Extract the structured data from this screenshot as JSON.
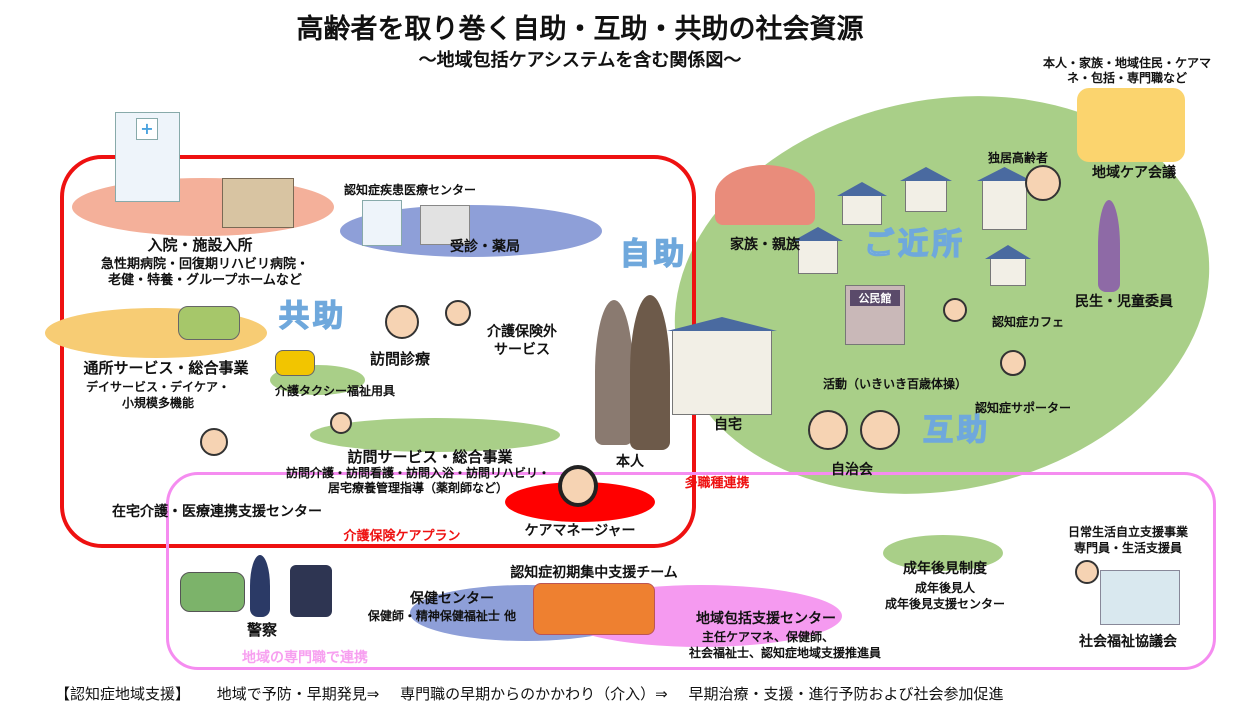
{
  "title": "高齢者を取り巻く自助・互助・共助の社会資源",
  "subtitle": "～地域包括ケアシステムを含む関係図～",
  "colors": {
    "kyojo_border": "#ee1111",
    "renkei_border": "#f58cf0",
    "gojo_area": "#a9cf88",
    "big_label": "#6fa8dc"
  },
  "kyojo": {
    "big_label": "共助",
    "nyuin": {
      "title": "入院・施設入所",
      "line1": "急性期病院・回復期リハビリ病院・",
      "line2": "老健・特養・グループホームなど"
    },
    "ninchi_center": "認知症疾患医療センター",
    "jushin": "受診・薬局",
    "tsusho": {
      "title": "通所サービス・総合事業",
      "line1": "デイサービス・デイケア・",
      "line2": "小規模多機能"
    },
    "homon_shinryo": "訪問診療",
    "hoken_gai": {
      "line1": "介護保険外",
      "line2": "サービス"
    },
    "taxi": "介護タクシー福祉用具",
    "homon": {
      "title": "訪問サービス・総合事業",
      "line1": "訪問介護・訪問看護・訪問入浴・訪問リハビリ・",
      "line2": "居宅療養管理指導（薬剤師など）"
    },
    "zaitaku": "在宅介護・医療連携支援センター",
    "careplan": "介護保険ケアプラン",
    "caremanager": "ケアマネージャー"
  },
  "jijo": {
    "big_label": "自助",
    "honnin": "本人",
    "jitaku": "自宅"
  },
  "gojo": {
    "big_label": "互助",
    "kinjo": "ご近所",
    "kazoku": "家族・親族",
    "dokkyo": "独居高齢者",
    "care_kaigi": {
      "members_line1": "本人・家族・地域住民・ケアマ",
      "members_line2": "ネ・包括・専門職など",
      "label": "地域ケア会議"
    },
    "minsei": "民生・児童委員",
    "cafe": "認知症カフェ",
    "kominkan_sign": "公民館",
    "katsudo": "活動（いきいき百歳体操）",
    "supporter": "認知症サポーター",
    "jichikai": "自治会"
  },
  "renkei": {
    "tashokushu": "多職種連携",
    "senmon_label": "地域の専門職で連携",
    "keisatsu": "警察",
    "hoken_center": {
      "title": "保健センター",
      "sub": "保健師・精神保健福祉士 他"
    },
    "shoki_team": "認知症初期集中支援チーム",
    "hokatsu": {
      "title": "地域包括支援センター",
      "line1": "主任ケアマネ、保健師、",
      "line2": "社会福祉士、認知症地域支援推進員"
    },
    "kouken": {
      "title": "成年後見制度",
      "line1": "成年後見人",
      "line2": "成年後見支援センター"
    },
    "shakyo": {
      "line1": "日常生活自立支援事業",
      "line2": "専門員・生活支援員",
      "label": "社会福祉協議会"
    }
  },
  "footer": {
    "label": "【認知症地域支援】",
    "step1": "地域で予防・早期発見⇒",
    "step2": "専門職の早期からのかかわり（介入）⇒",
    "step3": "早期治療・支援・進行予防および社会参加促進"
  }
}
